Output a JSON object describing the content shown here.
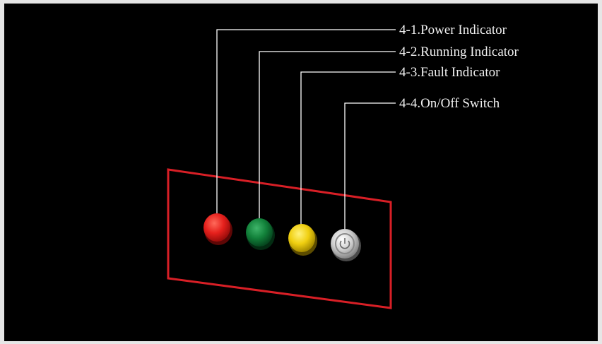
{
  "diagram": {
    "callouts": [
      {
        "id": "power",
        "label": "4-1.Power Indicator",
        "kind": "indicator-lamp",
        "color": "#e5201c"
      },
      {
        "id": "running",
        "label": "4-2.Running Indicator",
        "kind": "indicator-lamp",
        "color": "#12813a"
      },
      {
        "id": "fault",
        "label": "4-3.Fault Indicator",
        "kind": "indicator-lamp",
        "color": "#f0cf10"
      },
      {
        "id": "switch",
        "label": "4-4.On/Off Switch",
        "kind": "power-switch",
        "color": "#d8d8d8"
      }
    ],
    "panel_outline_color": "#d81f26",
    "leader_line_color": "#ffffff"
  }
}
